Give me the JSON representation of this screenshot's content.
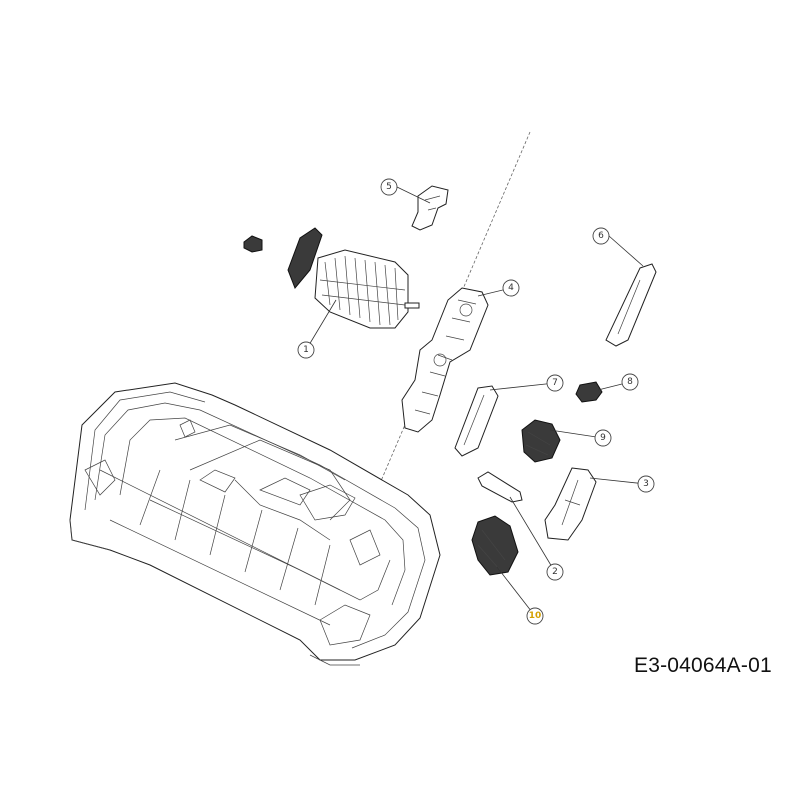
{
  "drawing_code": "E3-04064A-01",
  "highlight_color": "#d4a000",
  "callouts": [
    {
      "id": "c1",
      "label": "1"
    },
    {
      "id": "c2",
      "label": "2"
    },
    {
      "id": "c3",
      "label": "3"
    },
    {
      "id": "c4",
      "label": "4"
    },
    {
      "id": "c5",
      "label": "5"
    },
    {
      "id": "c6",
      "label": "6"
    },
    {
      "id": "c7",
      "label": "7"
    },
    {
      "id": "c8",
      "label": "8"
    },
    {
      "id": "c9",
      "label": "9"
    },
    {
      "id": "c10",
      "label": "10",
      "highlighted": true
    }
  ]
}
